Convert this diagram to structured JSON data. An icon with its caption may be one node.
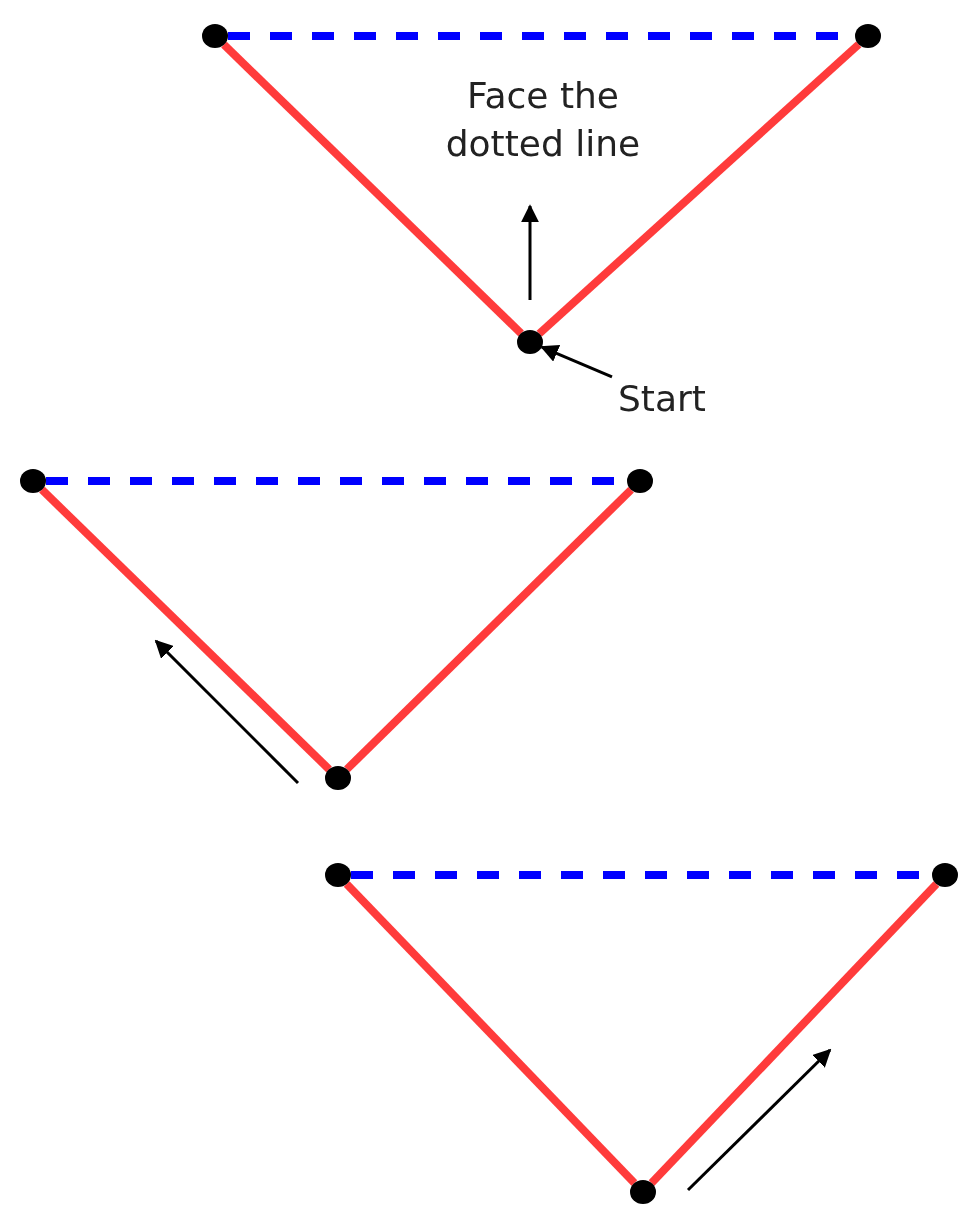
{
  "diagram": {
    "nodes": [
      {
        "text": [],
        "shape": "circle"
      },
      {
        "text": [],
        "shape": "circle"
      },
      {
        "text": [],
        "shape": "circle"
      },
      {
        "text": [
          "Start"
        ]
      },
      {
        "text": [],
        "shape": "circle"
      },
      {
        "text": [],
        "shape": "circle"
      },
      {
        "text": [],
        "shape": "circle"
      },
      {
        "text": [],
        "shape": "circle"
      },
      {
        "text": [],
        "shape": "circle"
      },
      {
        "text": [],
        "shape": "circle"
      }
    ],
    "edges": [
      {
        "from": 0,
        "to": 1,
        "arrow": "none",
        "style": "dashed",
        "color": "#0000ff"
      },
      {
        "from": 0,
        "to": 2,
        "arrow": "none"
      },
      {
        "from": 2,
        "to": 1,
        "arrow": "none"
      },
      {
        "from": 3,
        "to": 2,
        "arrow": "to",
        "color": "#000000"
      },
      {
        "from": 4,
        "to": 5,
        "arrow": "none",
        "style": "dashed",
        "color": "#0000ff"
      },
      {
        "from": 4,
        "to": 6,
        "arrow": "none"
      },
      {
        "from": 6,
        "to": 5,
        "arrow": "none"
      },
      {
        "from": 7,
        "to": 8,
        "arrow": "none",
        "style": "dashed",
        "color": "#0000ff"
      },
      {
        "from": 7,
        "to": 9,
        "arrow": "none"
      },
      {
        "from": 9,
        "to": 8,
        "arrow": "none"
      }
    ],
    "labels": [
      "Face the dotted line"
    ]
  }
}
